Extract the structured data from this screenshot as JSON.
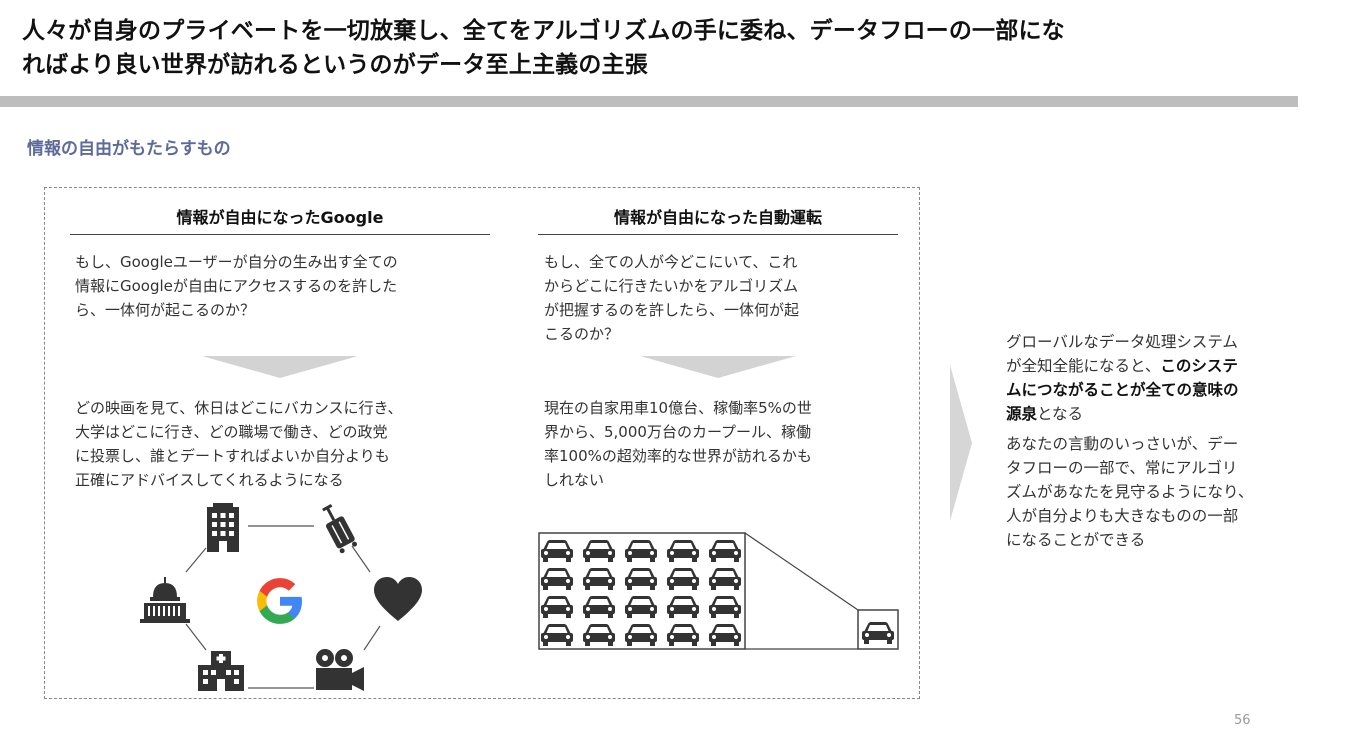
{
  "slide": {
    "title_line1": "人々が自身のプライベートを一切放棄し、全てをアルゴリズムの手に委ね、データフローの一部にな",
    "title_line2": "ればより良い世界が訪れるというのがデータ至上主義の主張",
    "subtitle": "情報の自由がもたらすもの",
    "page_number": "56"
  },
  "left_column": {
    "heading": "情報が自由になったGoogle",
    "question": [
      "もし、Googleユーザーが自分の生み出す全ての",
      "情報にGoogleが自由にアクセスするのを許した",
      "ら、一体何が起こるのか？"
    ],
    "answer": [
      "どの映画を見て、休日はどこにバカンスに行き、",
      "大学はどこに行き、どの職場で働き、どの政党",
      "に投票し、誰とデートすればよいか自分よりも",
      "正確にアドバイスしてくれるようになる"
    ],
    "icons": [
      "office-building-icon",
      "luggage-icon",
      "heart-icon",
      "movie-camera-icon",
      "hospital-icon",
      "capitol-building-icon",
      "google-logo"
    ]
  },
  "middle_column": {
    "heading": "情報が自由になった自動運転",
    "question": [
      "もし、全ての人が今どこにいて、これ",
      "からどこに行きたいかをアルゴリズム",
      "が把握するのを許したら、一体何が起",
      "こるのか？"
    ],
    "answer": [
      "現在の自家用車10億台、稼働率5%の世",
      "界から、5,000万台のカープール、稼働",
      "率100%の超効率的な世界が訪れるかも",
      "しれない"
    ],
    "icons": [
      "parking-lot-cars-icon",
      "single-car-icon"
    ]
  },
  "right_column": {
    "p1_lines": [
      {
        "normal": "グローバルなデータ処理システム",
        "bold": ""
      },
      {
        "normal": "が全知全能になると、",
        "bold": "このシステ"
      },
      {
        "normal": "",
        "bold": "ムにつながることが全ての意味の"
      },
      {
        "normal_after": "となる",
        "bold": "源泉"
      }
    ],
    "p2": [
      "あなたの言動のいっさいが、デー",
      "タフローの一部で、常にアルゴリ",
      "ズムがあなたを見守るようになり、",
      "人が自分よりも大きなものの一部",
      "になることができる"
    ]
  },
  "colors": {
    "subtitle": "#5d6a9a",
    "title_bar": "#bdbdbd",
    "icon": "#333333",
    "google_blue": "#4285F4",
    "google_red": "#EA4335",
    "google_yellow": "#FBBC05",
    "google_green": "#34A853"
  }
}
